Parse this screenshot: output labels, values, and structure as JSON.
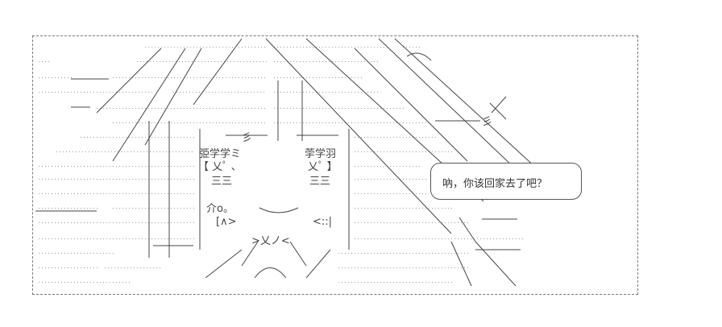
{
  "speech_bubble": {
    "text": "吶，你该回家去了吧？"
  },
  "art_text": {
    "left_eye_label": "弫学学ミ",
    "right_eye_label": "荢学羽",
    "left_eye_glyph": "【 乂ﾟ 、",
    "right_eye_glyph": "乂ﾟ 】",
    "left_marks": "三三",
    "right_marks": "三三",
    "mouth_left": "[∧>",
    "mouth_right": "<::|",
    "mouth_mid": ">乂ノ<",
    "sparkle": "介o。",
    "tail_glyph": "彡",
    "tail_glyph_2": "彡"
  },
  "colors": {
    "ink": "#444444",
    "dots": "#888888",
    "border": "#777777"
  }
}
